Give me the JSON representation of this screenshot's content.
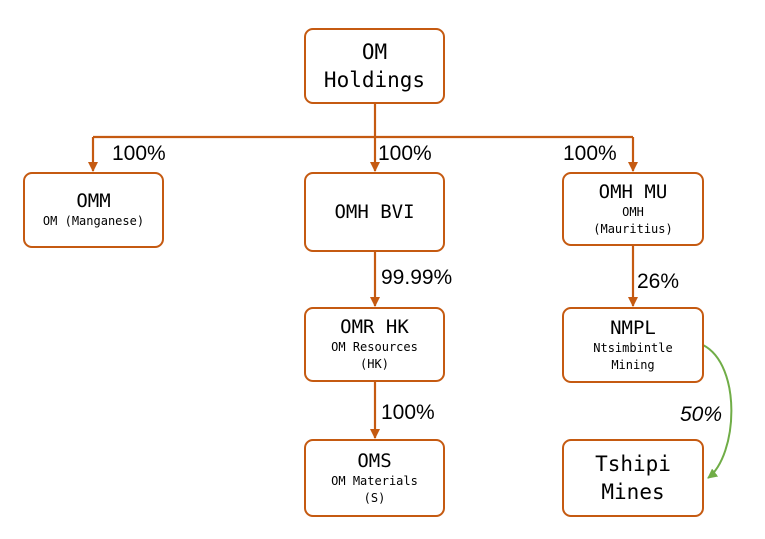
{
  "nodes": {
    "om_holdings": {
      "line1": "OM",
      "line2": "Holdings"
    },
    "omm": {
      "title": "OMM",
      "subtitle": "OM (Manganese)"
    },
    "omh_bvi": {
      "title": "OMH BVI"
    },
    "omh_mu": {
      "title": "OMH MU",
      "sub1": "OMH",
      "sub2": "(Mauritius)"
    },
    "omr_hk": {
      "title": "OMR HK",
      "sub1": "OM Resources",
      "sub2": "(HK)"
    },
    "nmpl": {
      "title": "NMPL",
      "sub1": "Ntsimbintle",
      "sub2": "Mining"
    },
    "oms": {
      "title": "OMS",
      "sub1": "OM Materials",
      "sub2": "(S)"
    },
    "tshipi": {
      "line1": "Tshipi",
      "line2": "Mines"
    }
  },
  "ownership": {
    "omm": "100%",
    "omh_bvi": "100%",
    "omh_mu": "100%",
    "omr_hk": "99.99%",
    "nmpl": "26%",
    "oms": "100%",
    "tshipi": "50%"
  },
  "colors": {
    "connector": "#c55a11",
    "node_border": "#c55a11",
    "jv_arrow": "#70ad47"
  }
}
